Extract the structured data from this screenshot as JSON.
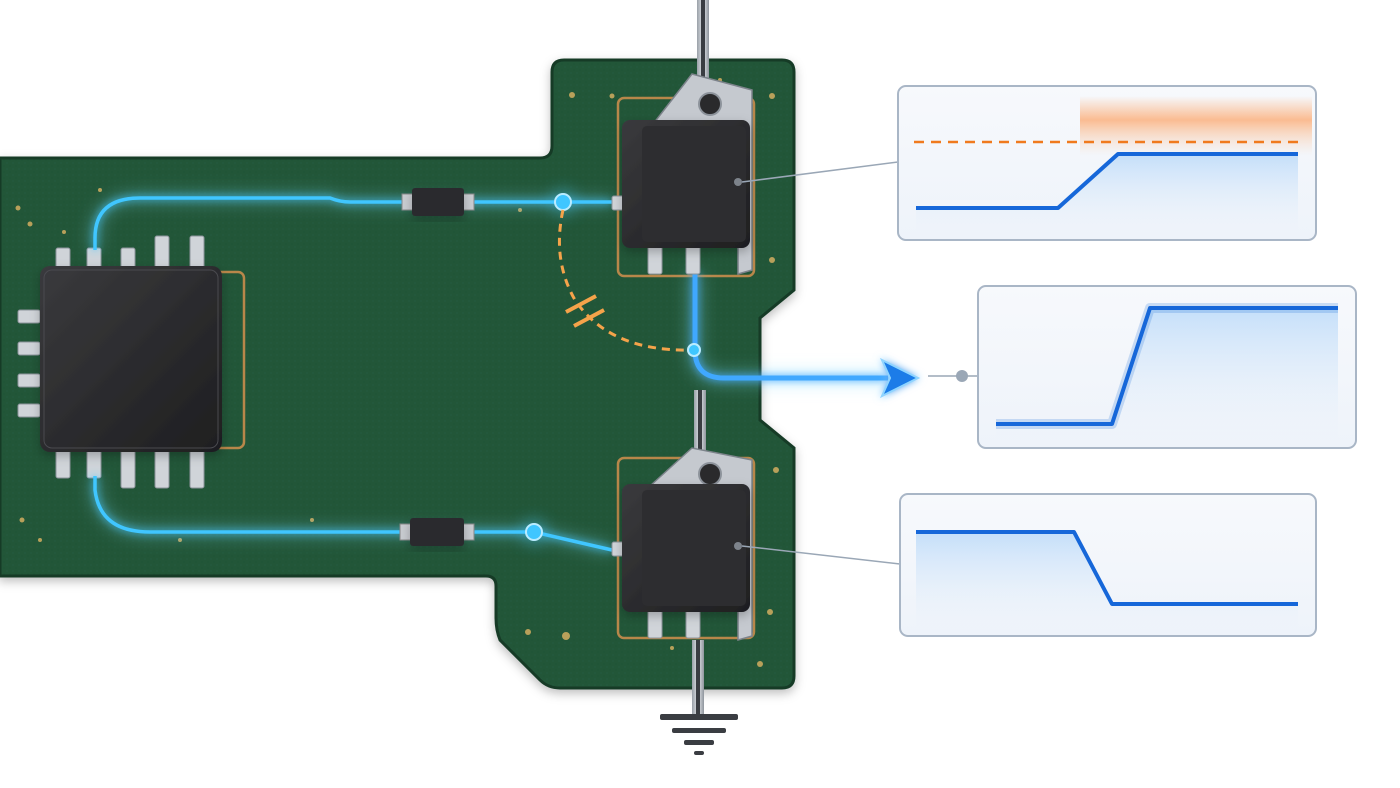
{
  "scene": {
    "description_free": true
  },
  "colors": {
    "background": "#ffffff",
    "pcb_green": "#1f5238",
    "pcb_green_light": "#2a6a47",
    "pcb_edge": "#173f2b",
    "trace_blue": "#3fc6ff",
    "trace_glow": "#7fdcff",
    "signal_blue": "#1667d9",
    "threshold_orange": "#f07a1e",
    "parasitic_orange": "#f5a34a",
    "chip_body": "#2b2b2d",
    "pin_metal": "#c9ccd1",
    "panel_border": "#a9b6c6",
    "panel_fill": "#f3f7fc",
    "leader_gray": "#9aa7b6",
    "copper_outline": "#b8874a"
  },
  "icons": {
    "driver_ic": "ic-chip-icon",
    "high_side_fet": "mosfet-icon",
    "low_side_fet": "mosfet-icon",
    "gate_resistor_top": "resistor-icon",
    "gate_resistor_bottom": "resistor-icon",
    "parasitic_cap": "capacitor-icon",
    "ground": "ground-icon",
    "output_arrow": "arrow-right-icon"
  },
  "waveforms": {
    "high_side_gate": {
      "shape": "rising-step",
      "has_threshold": true
    },
    "switch_node": {
      "shape": "rising-step",
      "has_threshold": false
    },
    "low_side_gate": {
      "shape": "falling-step",
      "has_threshold": false
    }
  }
}
